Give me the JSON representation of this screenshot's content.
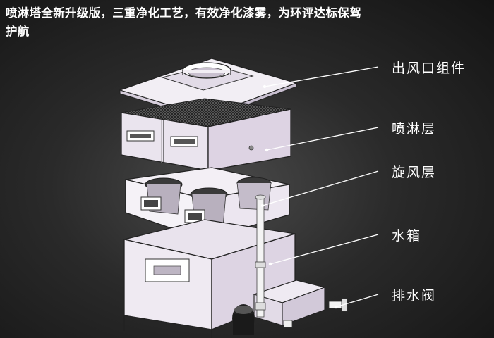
{
  "headline": "喷淋塔全新升级版，三重净化工艺，有效净化漆雾，为环评达标保驾护航",
  "callouts": [
    {
      "id": "outlet",
      "label": "出风口组件"
    },
    {
      "id": "spray",
      "label": "喷淋层"
    },
    {
      "id": "cyclone",
      "label": "旋风层"
    },
    {
      "id": "tank",
      "label": "水箱"
    },
    {
      "id": "drain",
      "label": "排水阀"
    }
  ],
  "colors": {
    "panel_face": "#eee8f2",
    "panel_side": "#cdc3d6",
    "outline": "#222222",
    "leader": "#ffffff"
  }
}
